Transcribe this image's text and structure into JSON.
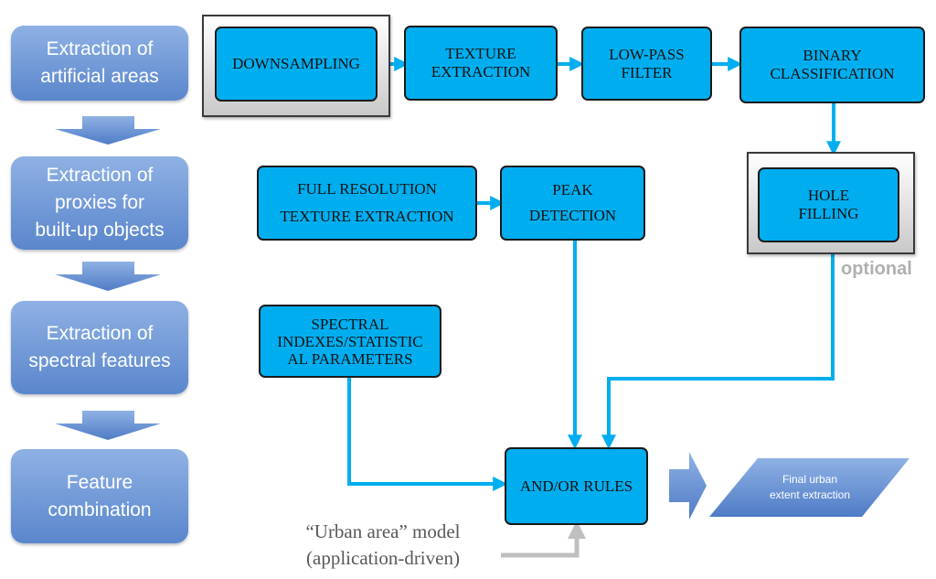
{
  "steps": [
    {
      "label": "Extraction of\nartificial areas"
    },
    {
      "label": "Extraction of\nproxies for\nbuilt-up objects"
    },
    {
      "label": "Extraction of\nspectral features"
    },
    {
      "label": "Feature\ncombination"
    }
  ],
  "boxes": {
    "downsampling": "DOWNSAMPLING",
    "texture_extraction": "TEXTURE\nEXTRACTION",
    "low_pass_filter": "LOW-PASS\nFILTER",
    "binary_classification": "BINARY\nCLASSIFICATION",
    "hole_filling": "HOLE\nFILLING",
    "full_resolution": "FULL RESOLUTION\nTEXTURE EXTRACTION",
    "peak_detection": "PEAK\nDETECTION",
    "spectral_indexes": "SPECTRAL\nINDEXES/STATISTIC\nAL PARAMETERS",
    "and_or_rules": "AND/OR RULES"
  },
  "labels": {
    "optional": "optional",
    "model": "“Urban area” model\n(application-driven)",
    "final_output": "Final urban\nextent extraction"
  },
  "colors": {
    "process_box": "#00aeef",
    "connector": "#00aeef",
    "step_fill": "#6f97d6",
    "optional_gray": "#b0b0b0"
  }
}
